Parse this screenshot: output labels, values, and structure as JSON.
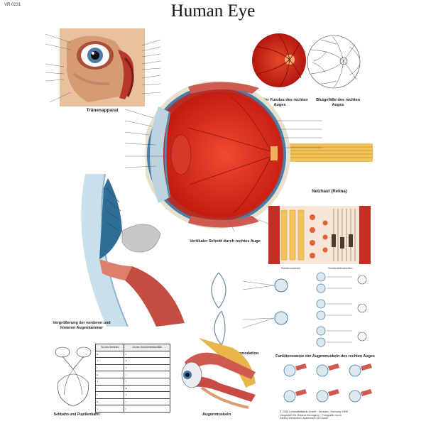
{
  "header": {
    "code": "VR 0231",
    "title": "Human Eye"
  },
  "captions": {
    "lacrimal": "Tränenapparat",
    "fundus": "Normaler Fundus des rechten Auges",
    "vessels": "Blutgefäße des rechten Auges",
    "section": "Vertikaler Schnitt durch rechtes Auge",
    "retina": "Netzhaut (Retina)",
    "cornea": "Vergrößerung der vorderen und hinteren Augenkammer",
    "accommodation": "Akkomodation",
    "visual_field": "Sehbahn und Pupillenbahn",
    "muscles": "Augenmuskeln",
    "muscle_function": "Funktionsweise der Augenmuskeln des rechten Auges"
  },
  "retina_scale": {
    "left": "Rotationsstrahl",
    "right": "Sehstrahlenstreifen"
  },
  "chart_table": {
    "col1": "Art des Sehtests",
    "col2": "Art der Gesichtsfeldausfälle"
  },
  "credit": {
    "line1": "© 2004 Lehrmittelfabrik GmbH · Dresden, Germany 1999",
    "line2": "Hergestellt für Roland Hennigsen · Fotografie durch",
    "line3": "Ashley Wellendorf, Ackermann & Knauth"
  },
  "colors": {
    "blood": "#d42a1a",
    "iris": "#3e7ea8",
    "nerve": "#e8b54a",
    "muscle": "#cf5a52",
    "skin": "#e8c29e"
  }
}
